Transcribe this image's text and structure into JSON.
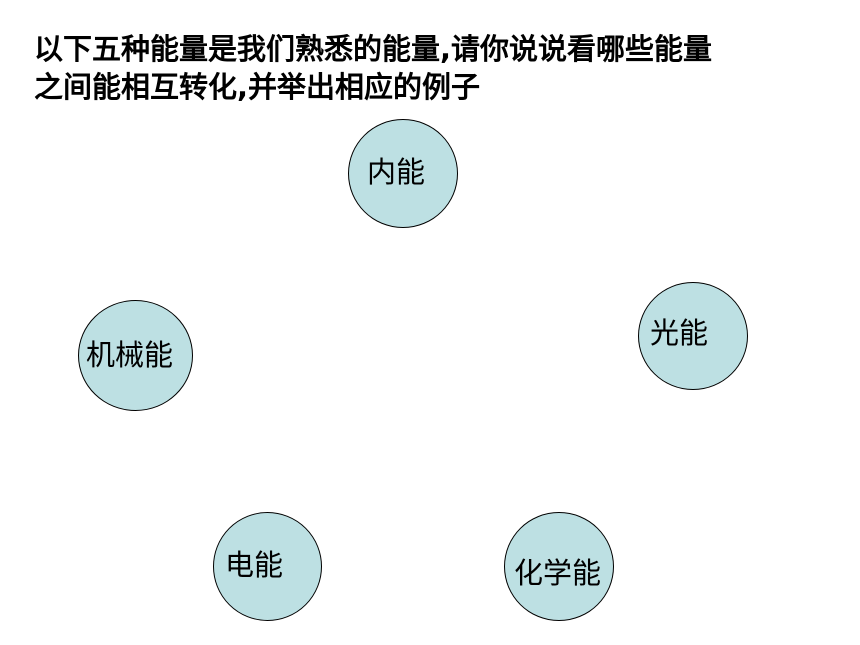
{
  "title": {
    "line1": "以下五种能量是我们熟悉的能量,请你说说看哪些能量",
    "line2": "之间能相互转化,并举出相应的例子"
  },
  "energies": {
    "internal": "内能",
    "mechanical": "机械能",
    "light": "光能",
    "electric": "电能",
    "chemical": "化学能"
  },
  "colors": {
    "circle_fill": "#bde0e3",
    "circle_border": "#000000",
    "text": "#000000",
    "background": "#ffffff"
  }
}
